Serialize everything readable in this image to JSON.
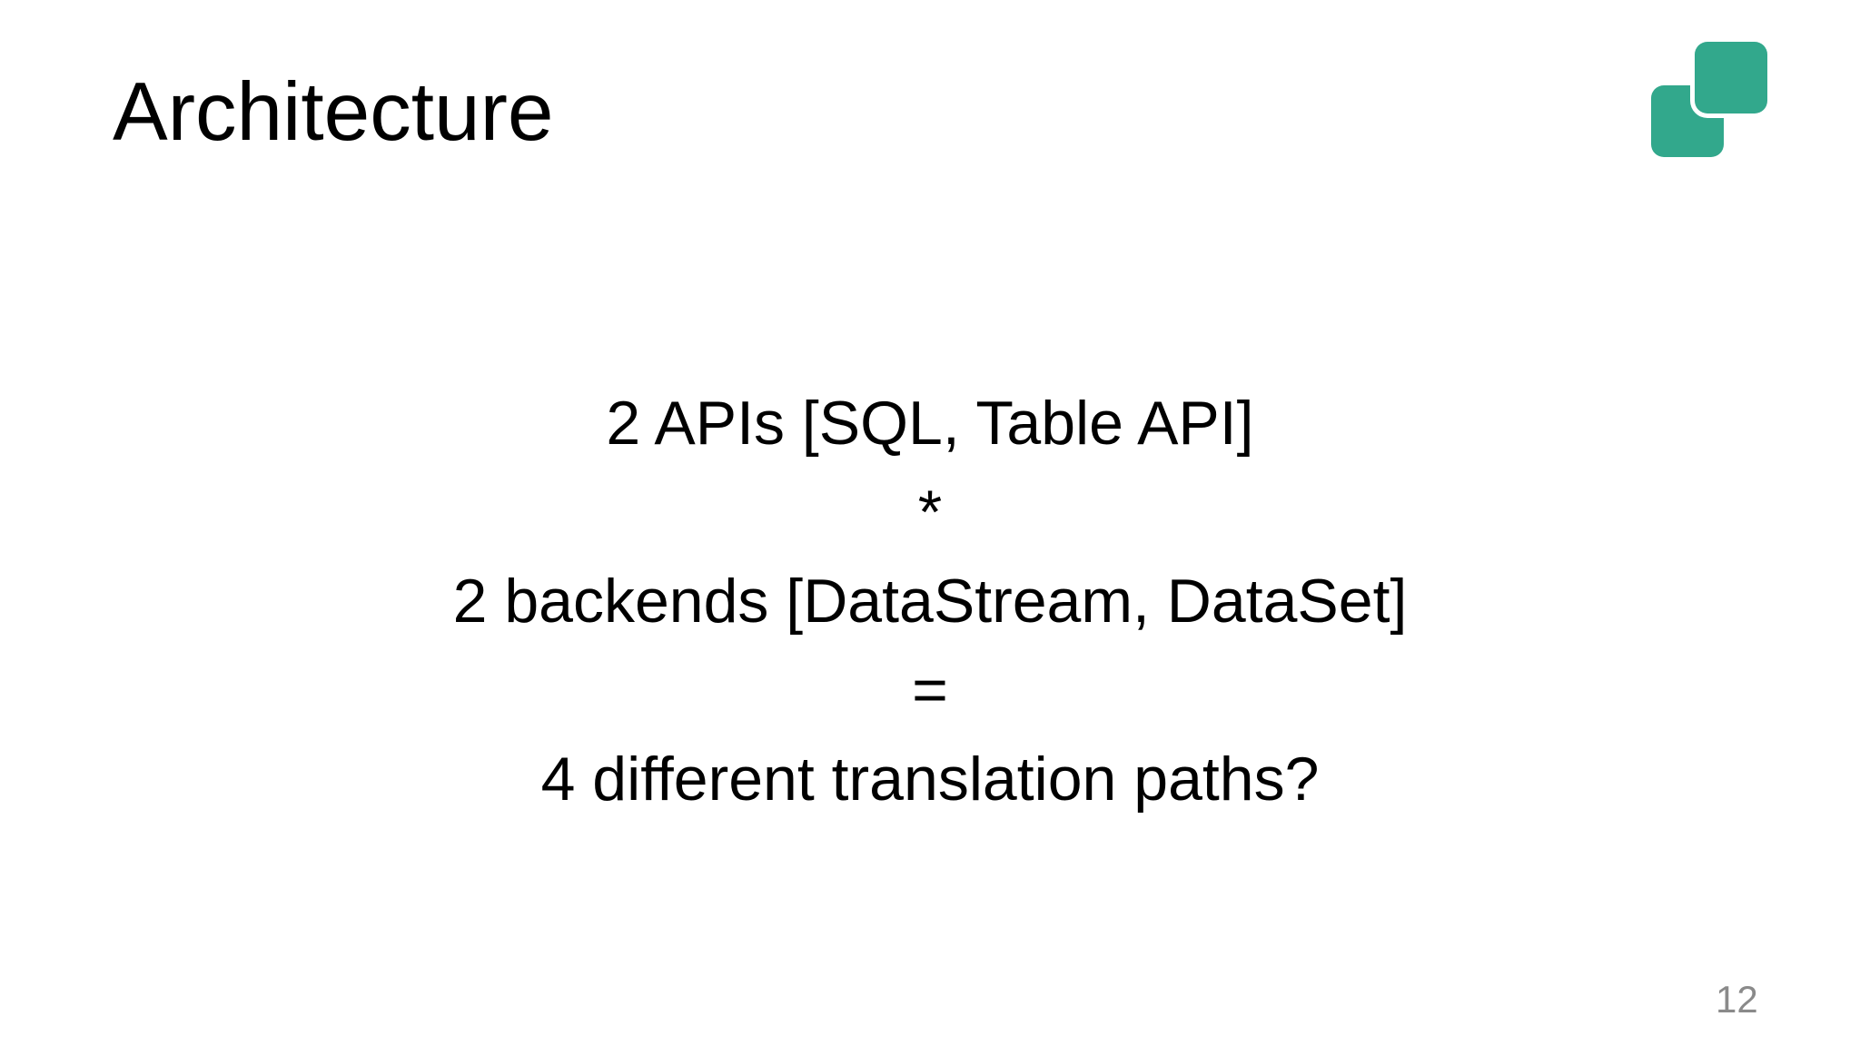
{
  "slide": {
    "title": "Architecture",
    "body": {
      "lines": [
        "2 APIs [SQL, Table API]",
        "*",
        "2 backends [DataStream, DataSet]",
        "=",
        "4 different translation paths?"
      ]
    },
    "footer": {
      "page_number": "12"
    },
    "logo": {
      "name": "overlapping-squares-logo",
      "color": "#32a88c"
    },
    "colors": {
      "background": "#ffffff",
      "title_text": "#000000",
      "body_text": "#000000",
      "page_number_text": "#8a8a8a",
      "logo_teal": "#32a88c"
    }
  }
}
